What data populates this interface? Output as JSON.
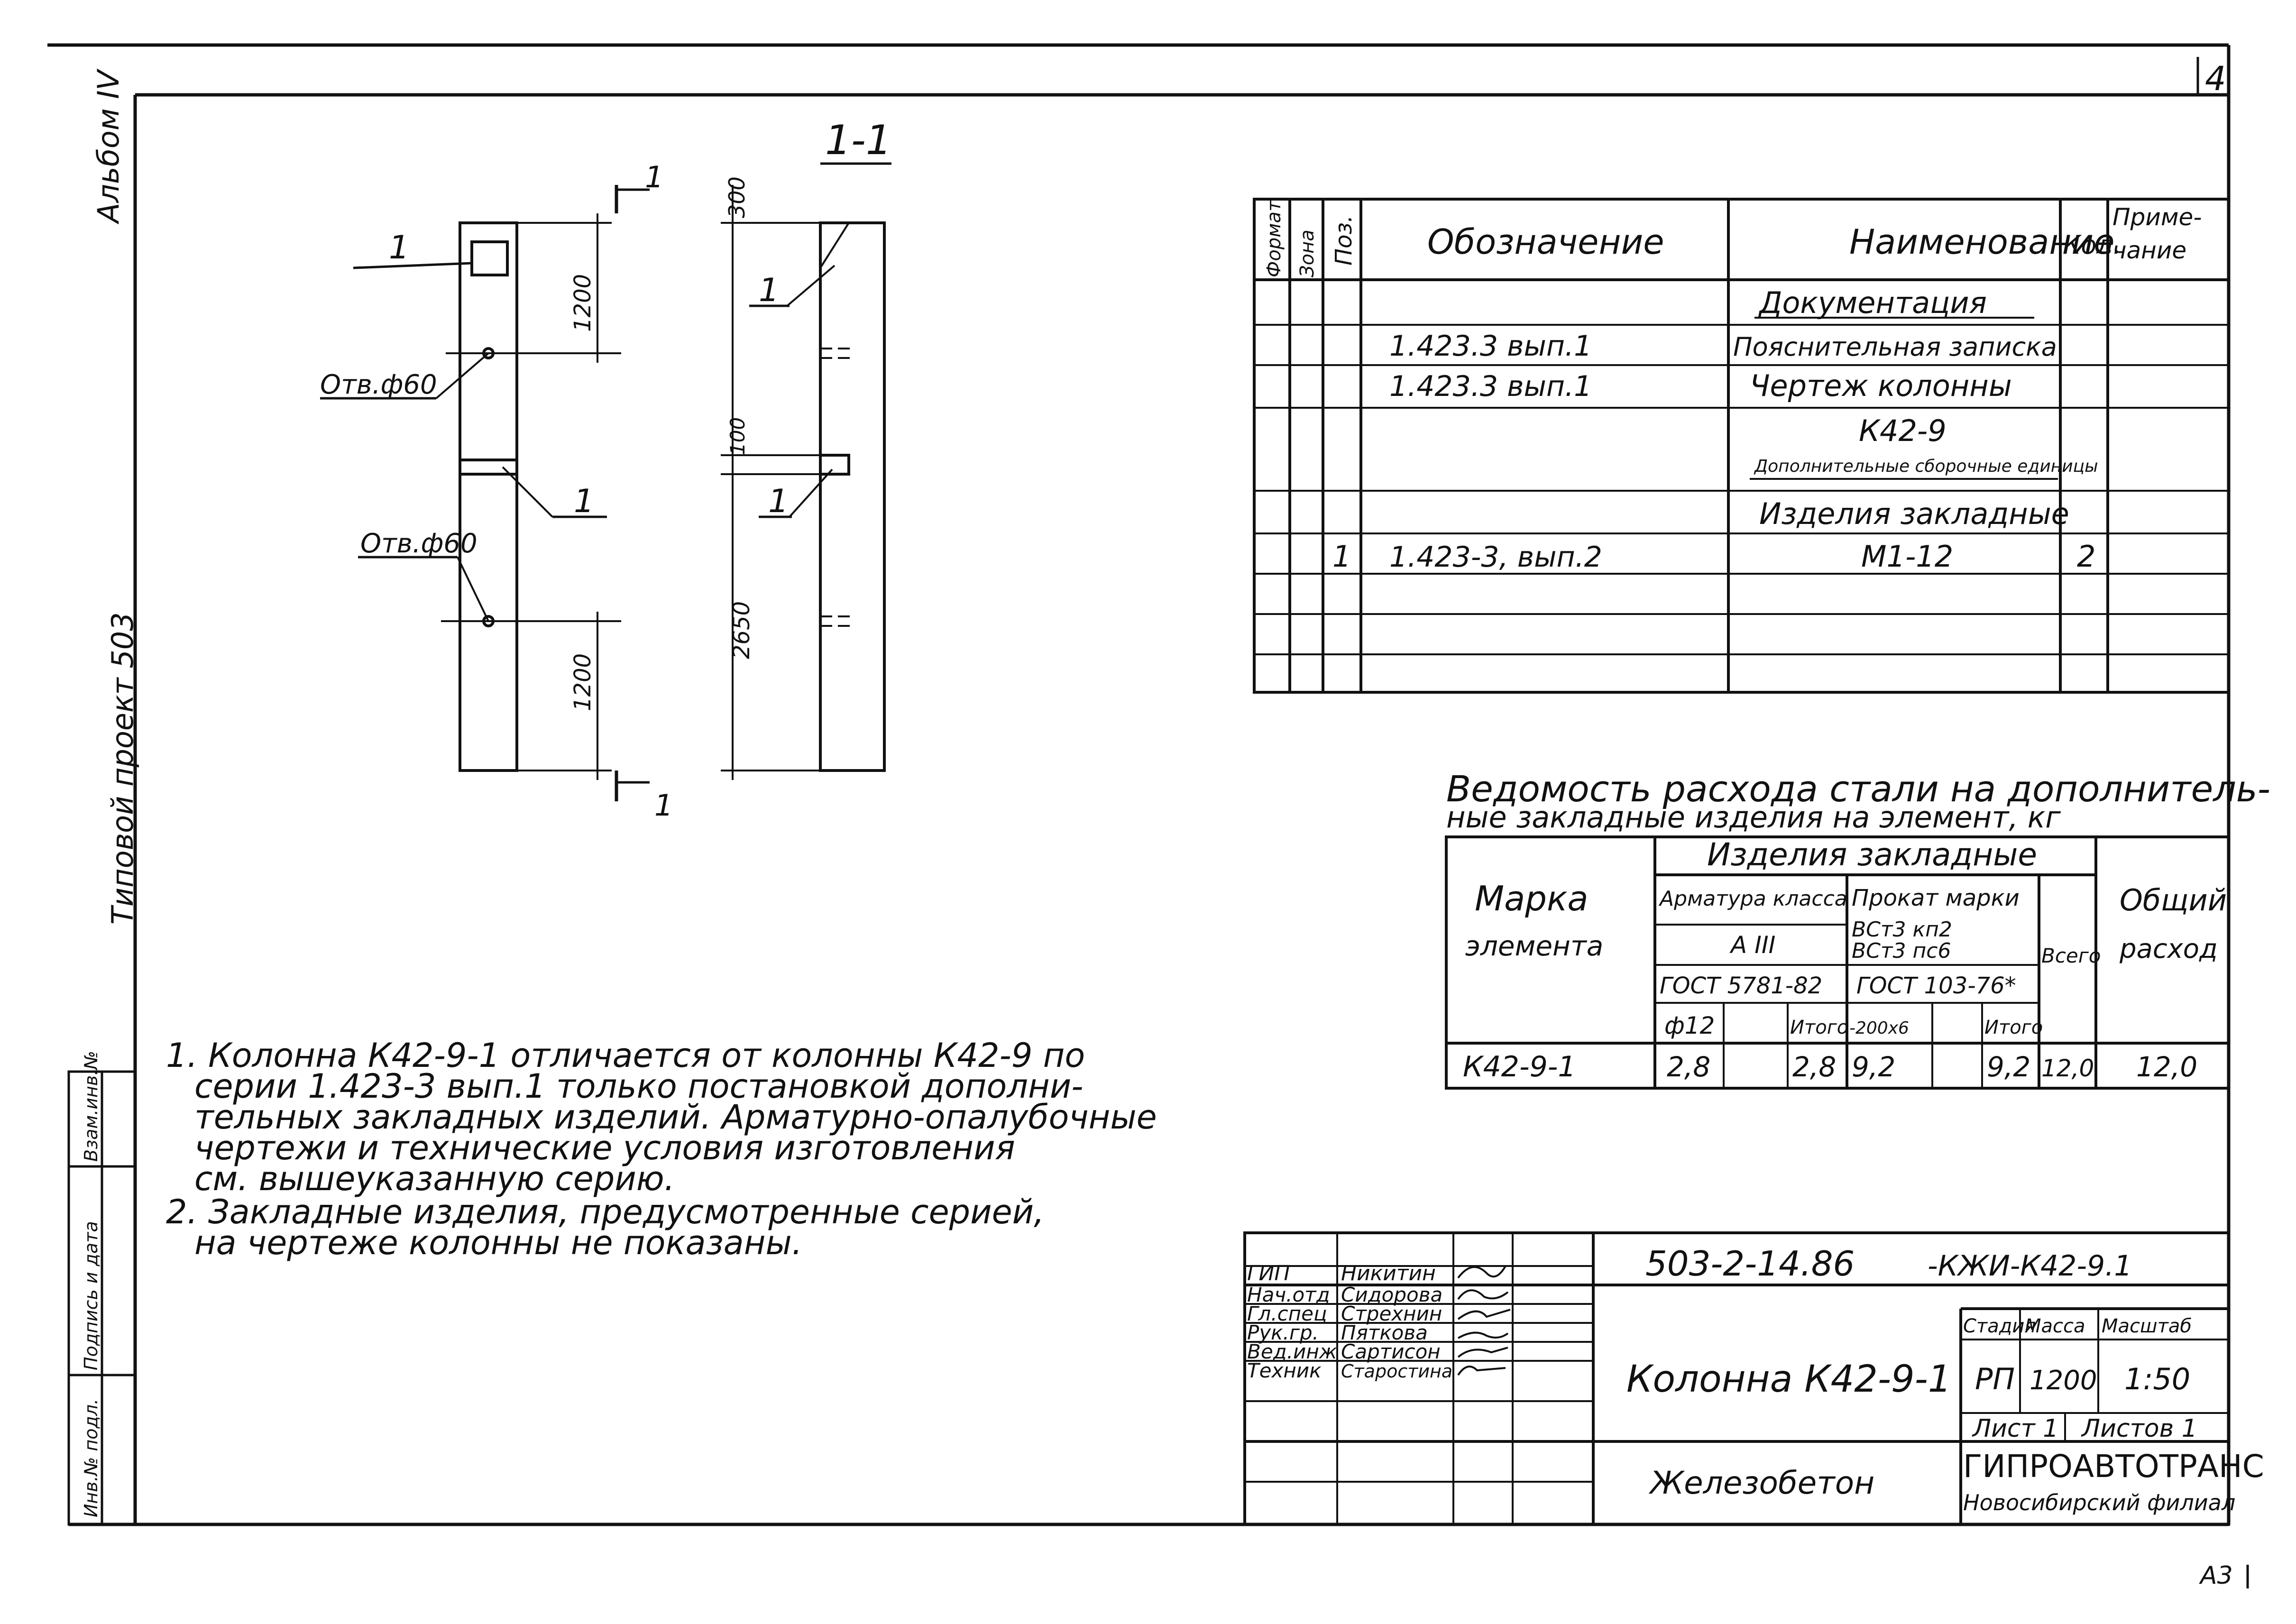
{
  "page": {
    "sheet_number": "4",
    "footer_marks": "A3",
    "side_left": {
      "album": "Альбом IV",
      "project": "Типовой проект 503"
    },
    "side_stamp": [
      "Инв.№ подл.",
      "Подпись и дата",
      "Взам.инв.№"
    ]
  },
  "drawing": {
    "section_title": "1-1",
    "section_mark": "1",
    "dim_300": "300",
    "dim_1200_top": "1200",
    "dim_100": "100",
    "dim_2650": "2650",
    "dim_1200_bottom": "1200",
    "hole_label_1": "Отв.ф60",
    "hole_label_2": "Отв.ф60",
    "pos_callout": "1"
  },
  "spec_table": {
    "headers": [
      "Формат",
      "Зона",
      "Поз.",
      "Обозначение",
      "Наименование",
      "Кол.",
      "Приме-чание"
    ],
    "rows": [
      {
        "fmt": "",
        "zone": "",
        "pos": "",
        "designation": "",
        "name": "Документация",
        "qty": "",
        "note": ""
      },
      {
        "fmt": "",
        "zone": "",
        "pos": "",
        "designation": "1.423.3   вып.1",
        "name": "Пояснительная записка",
        "qty": "",
        "note": ""
      },
      {
        "fmt": "",
        "zone": "",
        "pos": "",
        "designation": "1.423.3   вып.1",
        "name": "Чертеж   колонны",
        "qty": "",
        "note": ""
      },
      {
        "fmt": "",
        "zone": "",
        "pos": "",
        "designation": "",
        "name": "К42-9",
        "name2": "Дополнительные сборочные единицы",
        "qty": "",
        "note": ""
      },
      {
        "fmt": "",
        "zone": "",
        "pos": "",
        "designation": "",
        "name": "Изделия закладные",
        "qty": "",
        "note": ""
      },
      {
        "fmt": "",
        "zone": "",
        "pos": "1",
        "designation": "1.423-3,   вып.2",
        "name": "М1-12",
        "qty": "2",
        "note": ""
      },
      {
        "fmt": "",
        "zone": "",
        "pos": "",
        "designation": "",
        "name": "",
        "qty": "",
        "note": ""
      },
      {
        "fmt": "",
        "zone": "",
        "pos": "",
        "designation": "",
        "name": "",
        "qty": "",
        "note": ""
      },
      {
        "fmt": "",
        "zone": "",
        "pos": "",
        "designation": "",
        "name": "",
        "qty": "",
        "note": ""
      },
      {
        "fmt": "",
        "zone": "",
        "pos": "",
        "designation": "",
        "name": "",
        "qty": "",
        "note": ""
      }
    ]
  },
  "steel_table": {
    "title_line1": "Ведомость расхода стали на дополнитель-",
    "title_line2": "ные закладные изделия на элемент, кг",
    "h_mark": "Марка элемента",
    "h_items": "Изделия закладные",
    "h_rebar": "Арматура класса",
    "h_rebar_class": "А III",
    "h_rebar_gost": "ГОСТ 5781-82",
    "h_rolled": "Прокат марки",
    "h_rolled_grade": "ВСт3 кп2 ВСт3 пс6",
    "h_rolled_gost": "ГОСТ 103-76*",
    "h_total_items": "Всего",
    "h_total": "Общий расход",
    "h_phi12": "ф12",
    "h_itogo1": "Итого",
    "h_200x6": "-200х6",
    "h_itogo2": "Итого",
    "row": {
      "mark": "К42-9-1",
      "phi12": "2,8",
      "itogo1": "2,8",
      "strip": "9,2",
      "itogo2": "9,2",
      "total_items": "12,0",
      "total": "12,0"
    }
  },
  "notes": [
    "1. Колонна К42-9-1 отличается от колонны К42-9 по",
    "серии 1.423-3 вып.1 только постановкой дополни-",
    "тельных закладных изделий. Арматурно-опалубочные",
    "чертежи и технические условия изготовления",
    "см. вышеуказанную серию.",
    "2. Закладные изделия, предусмотренные серией,",
    "на чертеже колонны не показаны."
  ],
  "title_block": {
    "roles": [
      "ГИП",
      "Нач.отд",
      "Гл.спец",
      "Рук.гр.",
      "Вед.инж",
      "Техник"
    ],
    "names": [
      "Никитин",
      "Сидорова",
      "Стрехнин",
      "Пяткова",
      "Сартисон",
      "Старостина"
    ],
    "doc_code": "503-2-14.86",
    "doc_code_suffix": "-КЖИ-К42-9.1",
    "object_name": "Колонна К42-9-1",
    "h_stage": "Стадия",
    "h_mass": "Масса",
    "h_scale": "Масштаб",
    "stage": "РП",
    "mass": "1200",
    "scale": "1:50",
    "sheet": "Лист 1",
    "sheets": "Листов 1",
    "material": "Железобетон",
    "org": "ГИПРОАВТОТРАНС",
    "branch": "Новосибирский филиал"
  }
}
